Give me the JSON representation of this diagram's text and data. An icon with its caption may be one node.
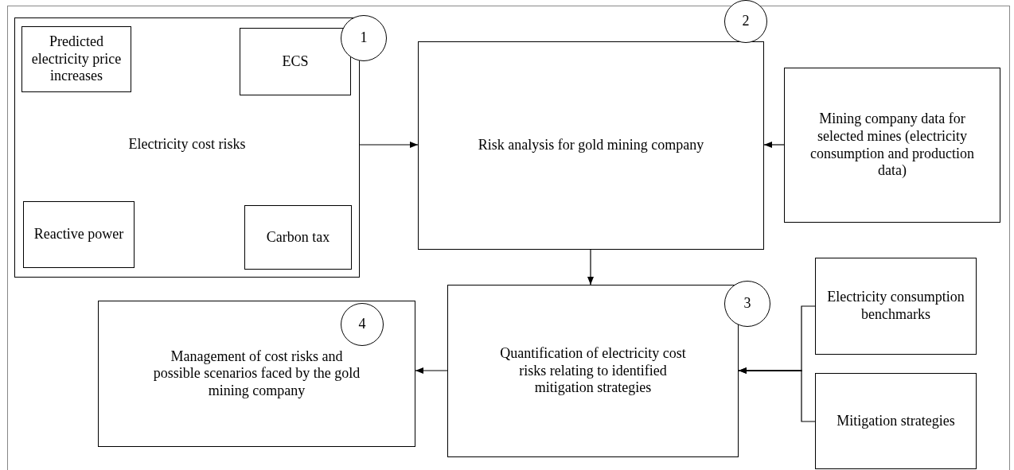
{
  "diagram": {
    "nodes": [
      {
        "text": [
          "Electricity cost risks"
        ]
      },
      {
        "text": [
          "Predicted electricity price increases"
        ],
        "in": 0
      },
      {
        "text": [
          "ECS"
        ],
        "in": 0
      },
      {
        "text": [
          "Reactive power"
        ],
        "in": 0
      },
      {
        "text": [
          "Carbon tax"
        ],
        "in": 0
      },
      {
        "text": [
          "1"
        ]
      },
      {
        "text": [
          "Risk analysis for gold mining company"
        ]
      },
      {
        "text": [
          "2"
        ]
      },
      {
        "text": [
          "Mining company data for selected mines (electricity consumption and production data)"
        ]
      },
      {
        "text": [
          "Quantification of electricity cost risks relating to identified mitigation strategies"
        ]
      },
      {
        "text": [
          "3"
        ]
      },
      {
        "text": [
          "Electricity consumption benchmarks"
        ]
      },
      {
        "text": [
          "Mitigation strategies"
        ]
      },
      {
        "text": [
          "Management of cost risks and possible scenarios faced by the gold mining company"
        ]
      },
      {
        "text": [
          "4"
        ],
        "in": 13
      }
    ],
    "edges": [
      {
        "from": 0,
        "to": 6,
        "arrow": "to"
      },
      {
        "from": 8,
        "to": 6,
        "arrow": "to"
      },
      {
        "from": 6,
        "to": 9,
        "arrow": "to"
      },
      {
        "from": 11,
        "to": 9,
        "arrow": "to"
      },
      {
        "from": 12,
        "to": 9,
        "arrow": "to"
      },
      {
        "from": 9,
        "to": 13,
        "arrow": "to"
      }
    ]
  }
}
